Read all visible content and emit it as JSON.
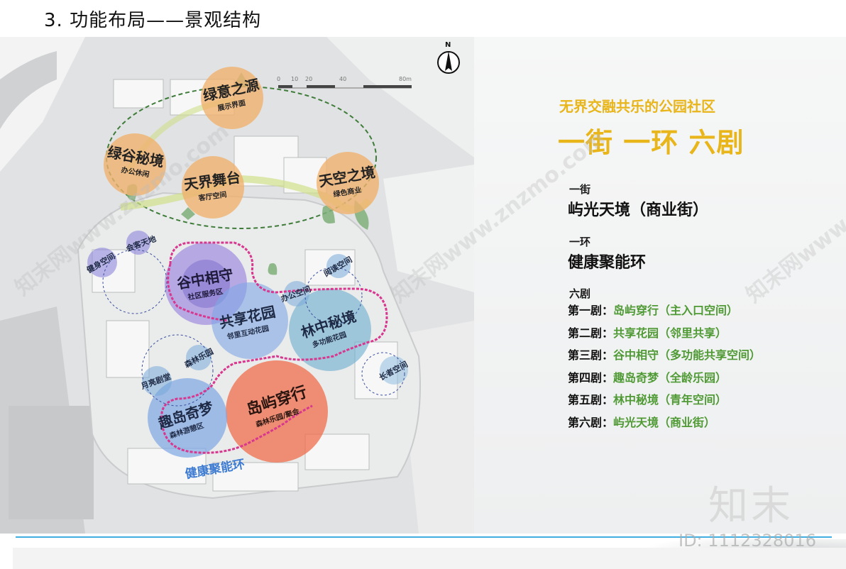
{
  "header": {
    "title": "3. 功能布局——景观结构"
  },
  "plan": {
    "north_label": "N",
    "scale_ticks": [
      "0",
      "10",
      "20",
      "40",
      "80m"
    ],
    "zones": [
      {
        "title": "绿意之源",
        "sub": "展示界面",
        "color": "#f0b26e"
      },
      {
        "title": "绿谷秘境",
        "sub": "办公休闲",
        "color": "#f0b26e"
      },
      {
        "title": "天界舞台",
        "sub": "客厅空间",
        "color": "#f0b26e"
      },
      {
        "title": "天空之境",
        "sub": "绿色商业",
        "color": "#f0b26e"
      },
      {
        "title": "谷中相守",
        "sub": "社区服务区",
        "color": "#8b78d6"
      },
      {
        "title": "共享花园",
        "sub": "邻里互动花园",
        "color": "#6f9be0"
      },
      {
        "title": "林中秘境",
        "sub": "多功能花园",
        "color": "#5ca8c8"
      },
      {
        "title": "岛屿穿行",
        "sub": "森林乐园/聚会",
        "color": "#ef6e4b"
      },
      {
        "title": "趣岛奇梦",
        "sub": "森林游憩区",
        "color": "#6f9be0"
      }
    ],
    "small_zones": [
      "会客天地",
      "健身空间",
      "办公空间",
      "阅读空间",
      "森林乐园",
      "月亮剧堂",
      "长者空间"
    ],
    "ring_label": "健康聚能环",
    "colors": {
      "ring": "#d8378f",
      "path_green": "#3f8a3a",
      "accent_yellow": "#e8b51a"
    }
  },
  "side": {
    "slogan": "无界交融共乐的公园社区",
    "headline": "一街 一环 六剧",
    "street_small": "一街",
    "street_big": "屿光天境（商业街）",
    "ring_small": "一环",
    "ring_big": "健康聚能环",
    "acts_title": "六剧",
    "acts": [
      {
        "k": "第一剧：",
        "v": "岛屿穿行（主入口空间）"
      },
      {
        "k": "第二剧：",
        "v": "共享花园（邻里共享）"
      },
      {
        "k": "第三剧：",
        "v": "谷中相守（多功能共享空间）"
      },
      {
        "k": "第四剧：",
        "v": "趣岛奇梦（全龄乐园）"
      },
      {
        "k": "第五剧：",
        "v": "林中秘境（青年空间）"
      },
      {
        "k": "第六剧：",
        "v": "屿光天境（商业街）"
      }
    ]
  },
  "watermark": {
    "logo": "知末",
    "id": "ID: 1112328016",
    "diag": "知末网www.znzmo.com"
  }
}
